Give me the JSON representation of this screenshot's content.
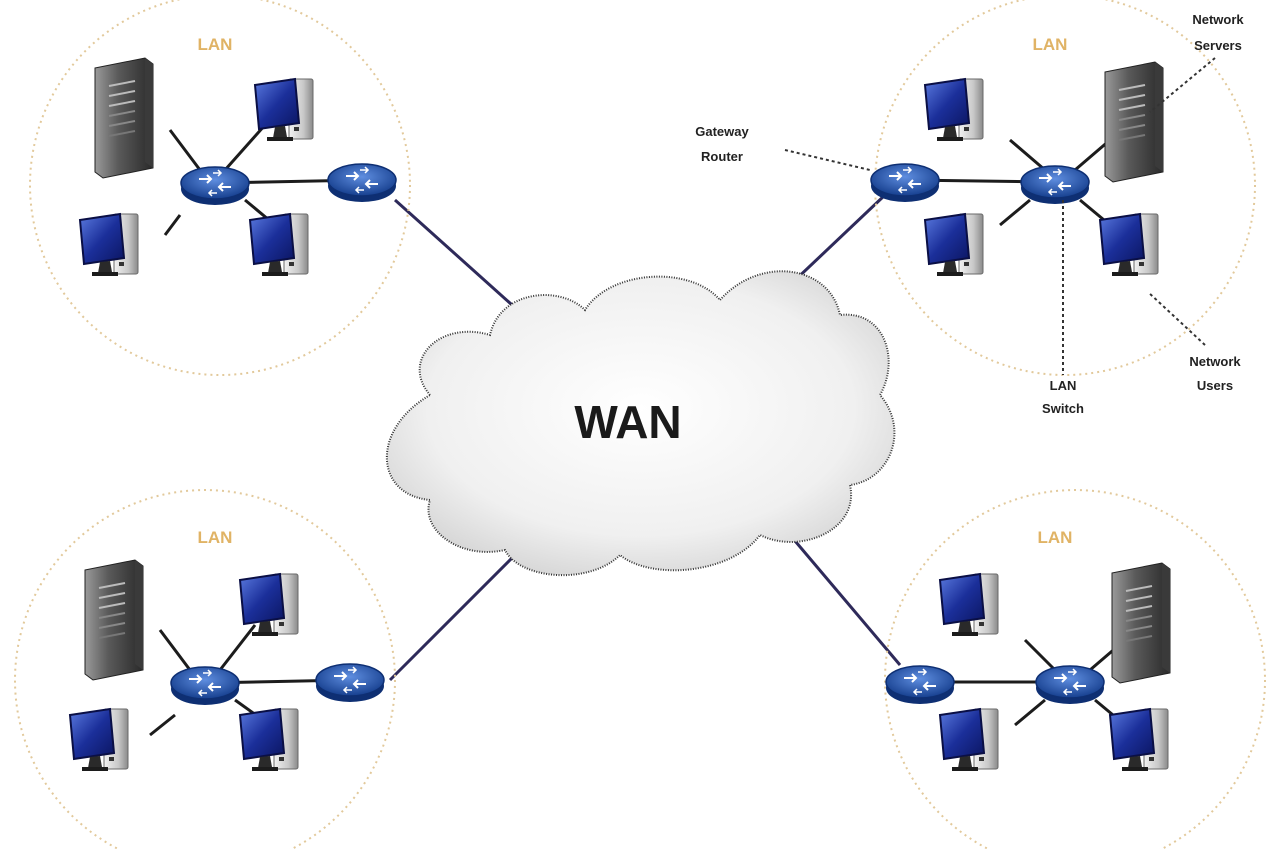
{
  "cloud": {
    "label": "WAN"
  },
  "lans": [
    {
      "label": "LAN"
    },
    {
      "label": "LAN"
    },
    {
      "label": "LAN"
    },
    {
      "label": "LAN"
    }
  ],
  "callouts": {
    "gateway_router": [
      "Gateway",
      "Router"
    ],
    "network_servers": [
      "Network",
      "Servers"
    ],
    "lan_switch": [
      "LAN",
      "Switch"
    ],
    "network_users": [
      "Network",
      "Users"
    ]
  },
  "colors": {
    "lan_circle": "#e2c99b",
    "lan_label": "#e0b365",
    "router_blue": "#1f4fa3",
    "monitor_blue": "#1b2f9a",
    "wan_link": "#2e2a5a"
  }
}
